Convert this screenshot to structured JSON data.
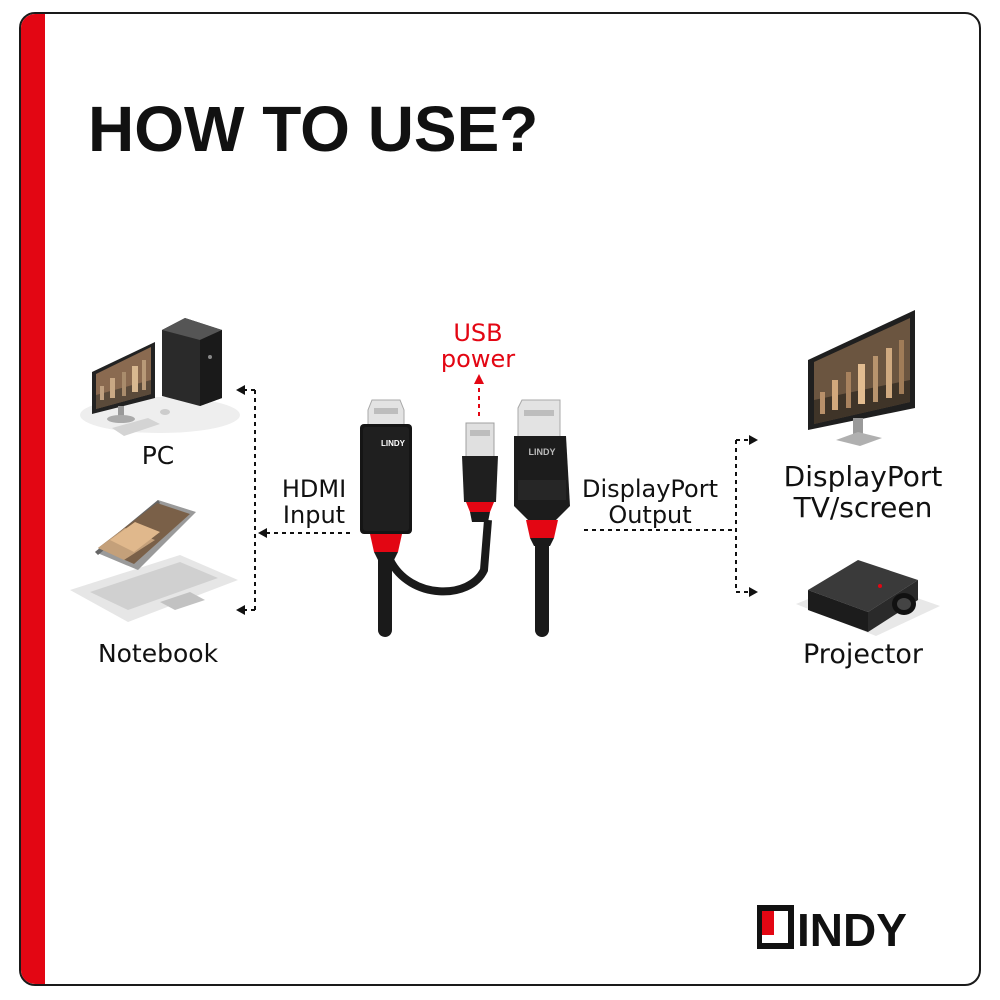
{
  "title": "HOW TO USE?",
  "labels": {
    "usb_line1": "USB",
    "usb_line2": "power",
    "hdmi_line1": "HDMI",
    "hdmi_line2": "Input",
    "dp_out_line1": "DisplayPort",
    "dp_out_line2": "Output",
    "pc": "PC",
    "notebook": "Notebook",
    "dp_screen_line1": "DisplayPort",
    "dp_screen_line2": "TV/screen",
    "projector": "Projector"
  },
  "connector_text": {
    "hdmi_brand": "LINDY",
    "dp_brand": "LINDY"
  },
  "logo": {
    "text": "LINDY"
  },
  "colors": {
    "accent": "#e30613",
    "text": "#111111",
    "cable": "#1a1a1a"
  }
}
